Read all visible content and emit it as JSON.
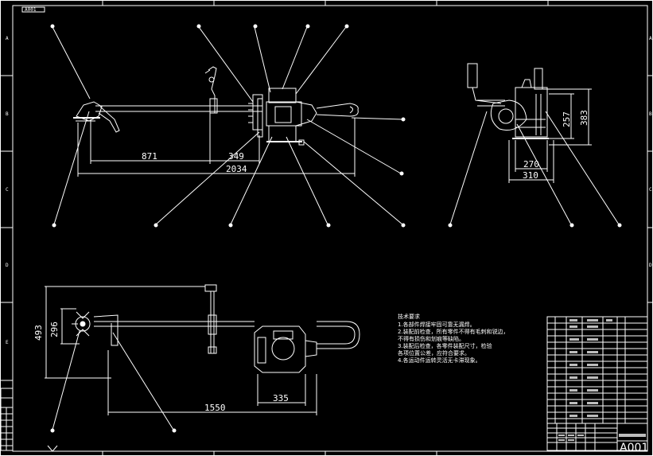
{
  "drawing": {
    "tag": "A001",
    "sheet_code": "A001",
    "dimensions_top": {
      "d871": "871",
      "d349": "349",
      "d2034": "2034"
    },
    "dimensions_side": {
      "d257": "257",
      "d383": "383",
      "d270": "270",
      "d310": "310"
    },
    "dimensions_bottom": {
      "d493": "493",
      "d296": "296",
      "d335": "335",
      "d1550": "1550"
    },
    "notes_title": "技术要求",
    "notes": [
      "1.各部件焊接牢固可靠无漏焊。",
      "2.装配前检查，所有零件不得有毛刺和锐边，",
      "不得有损伤和划痕等缺陷。",
      "3.装配后检查，各零件装配尺寸，检验",
      "各项位置公差，应符合要求。",
      "4.各运动件运转灵活无卡滞现象。"
    ],
    "colors": {
      "background": "#000000",
      "lines": "#ffffff"
    }
  }
}
